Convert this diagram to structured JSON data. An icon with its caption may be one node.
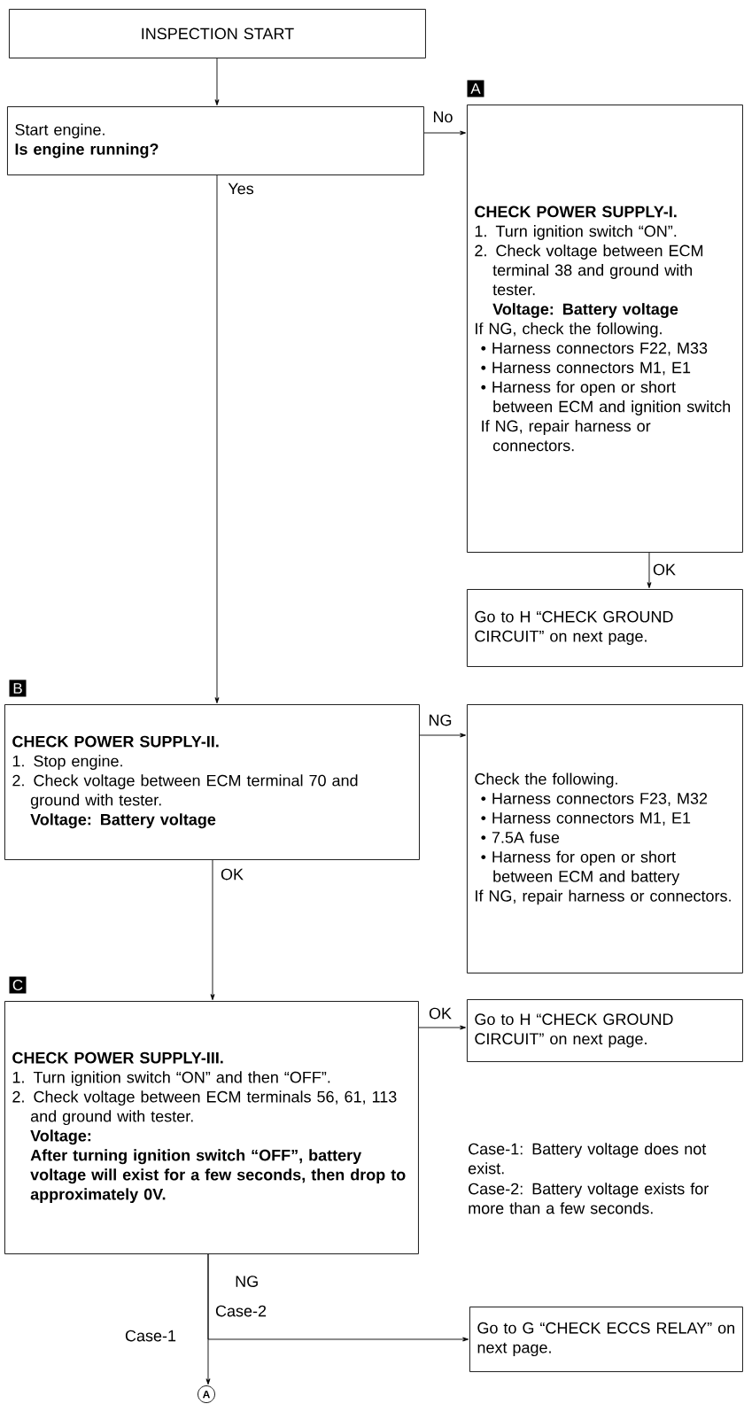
{
  "diagram": {
    "nodes": [
      {
        "text": [
          "INSPECTION START"
        ]
      },
      {
        "text": [
          "Start engine.",
          "Is engine running?"
        ]
      },
      {
        "text": [
          "CHECK POWER SUPPLY-I.",
          "1. Turn ignition switch “ON”.",
          "2. Check voltage between ECM terminal 38 and ground with tester.",
          "Voltage: Battery voltage",
          "If NG, check the following.",
          "• Harness connectors F22, M33",
          "• Harness connectors M1, E1",
          "• Harness for open or short between ECM and ignition switch",
          "If NG, repair harness or connectors."
        ],
        "beside": [
          "A"
        ]
      },
      {
        "text": [
          "Go to H “CHECK GROUND CIRCUIT” on next page."
        ]
      },
      {
        "text": [
          "CHECK POWER SUPPLY-II.",
          "1. Stop engine.",
          "2. Check voltage between ECM terminal 70 and ground with tester.",
          "Voltage: Battery voltage"
        ],
        "beside": [
          "B"
        ]
      },
      {
        "text": [
          "Check the following.",
          "• Harness connectors F23, M32",
          "• Harness connectors M1, E1",
          "• 7.5A fuse",
          "• Harness for open or short between ECM and battery",
          "If NG, repair harness or connectors."
        ]
      },
      {
        "text": [
          "CHECK POWER SUPPLY-III.",
          "1. Turn ignition switch “ON” and then “OFF”.",
          "2. Check voltage between ECM terminals 56, 61, 113 and ground with tester.",
          "Voltage:",
          "After turning ignition switch “OFF”, battery voltage will exist for a few seconds, then drop to approximately 0V."
        ],
        "beside": [
          "C"
        ]
      },
      {
        "text": [
          "Go to H “CHECK GROUND CIRCUIT” on next page."
        ]
      },
      {
        "text": [
          "Go to G “CHECK ECCS RELAY” on next page."
        ]
      },
      {
        "text": [
          "A"
        ]
      }
    ],
    "edges": [
      {
        "from": 0,
        "to": 1,
        "arrow": "to"
      },
      {
        "from": 1,
        "to": 2,
        "arrow": "to",
        "label": "No"
      },
      {
        "from": 1,
        "to": 4,
        "arrow": "to",
        "label": "Yes"
      },
      {
        "from": 2,
        "to": 3,
        "arrow": "to",
        "label": "OK"
      },
      {
        "from": 4,
        "to": 5,
        "arrow": "to",
        "label": "NG"
      },
      {
        "from": 4,
        "to": 6,
        "arrow": "to",
        "label": "OK"
      },
      {
        "from": 6,
        "to": 7,
        "arrow": "to",
        "label": "OK"
      },
      {
        "from": 6,
        "to": 8,
        "arrow": "to",
        "label": "Case-2"
      },
      {
        "from": 6,
        "to": 9,
        "arrow": "to",
        "label": "Case-1"
      }
    ],
    "labels": [
      "Case-1: Battery voltage does not exist.",
      "Case-2: Battery voltage exists for more than a few seconds.",
      "NG"
    ]
  }
}
